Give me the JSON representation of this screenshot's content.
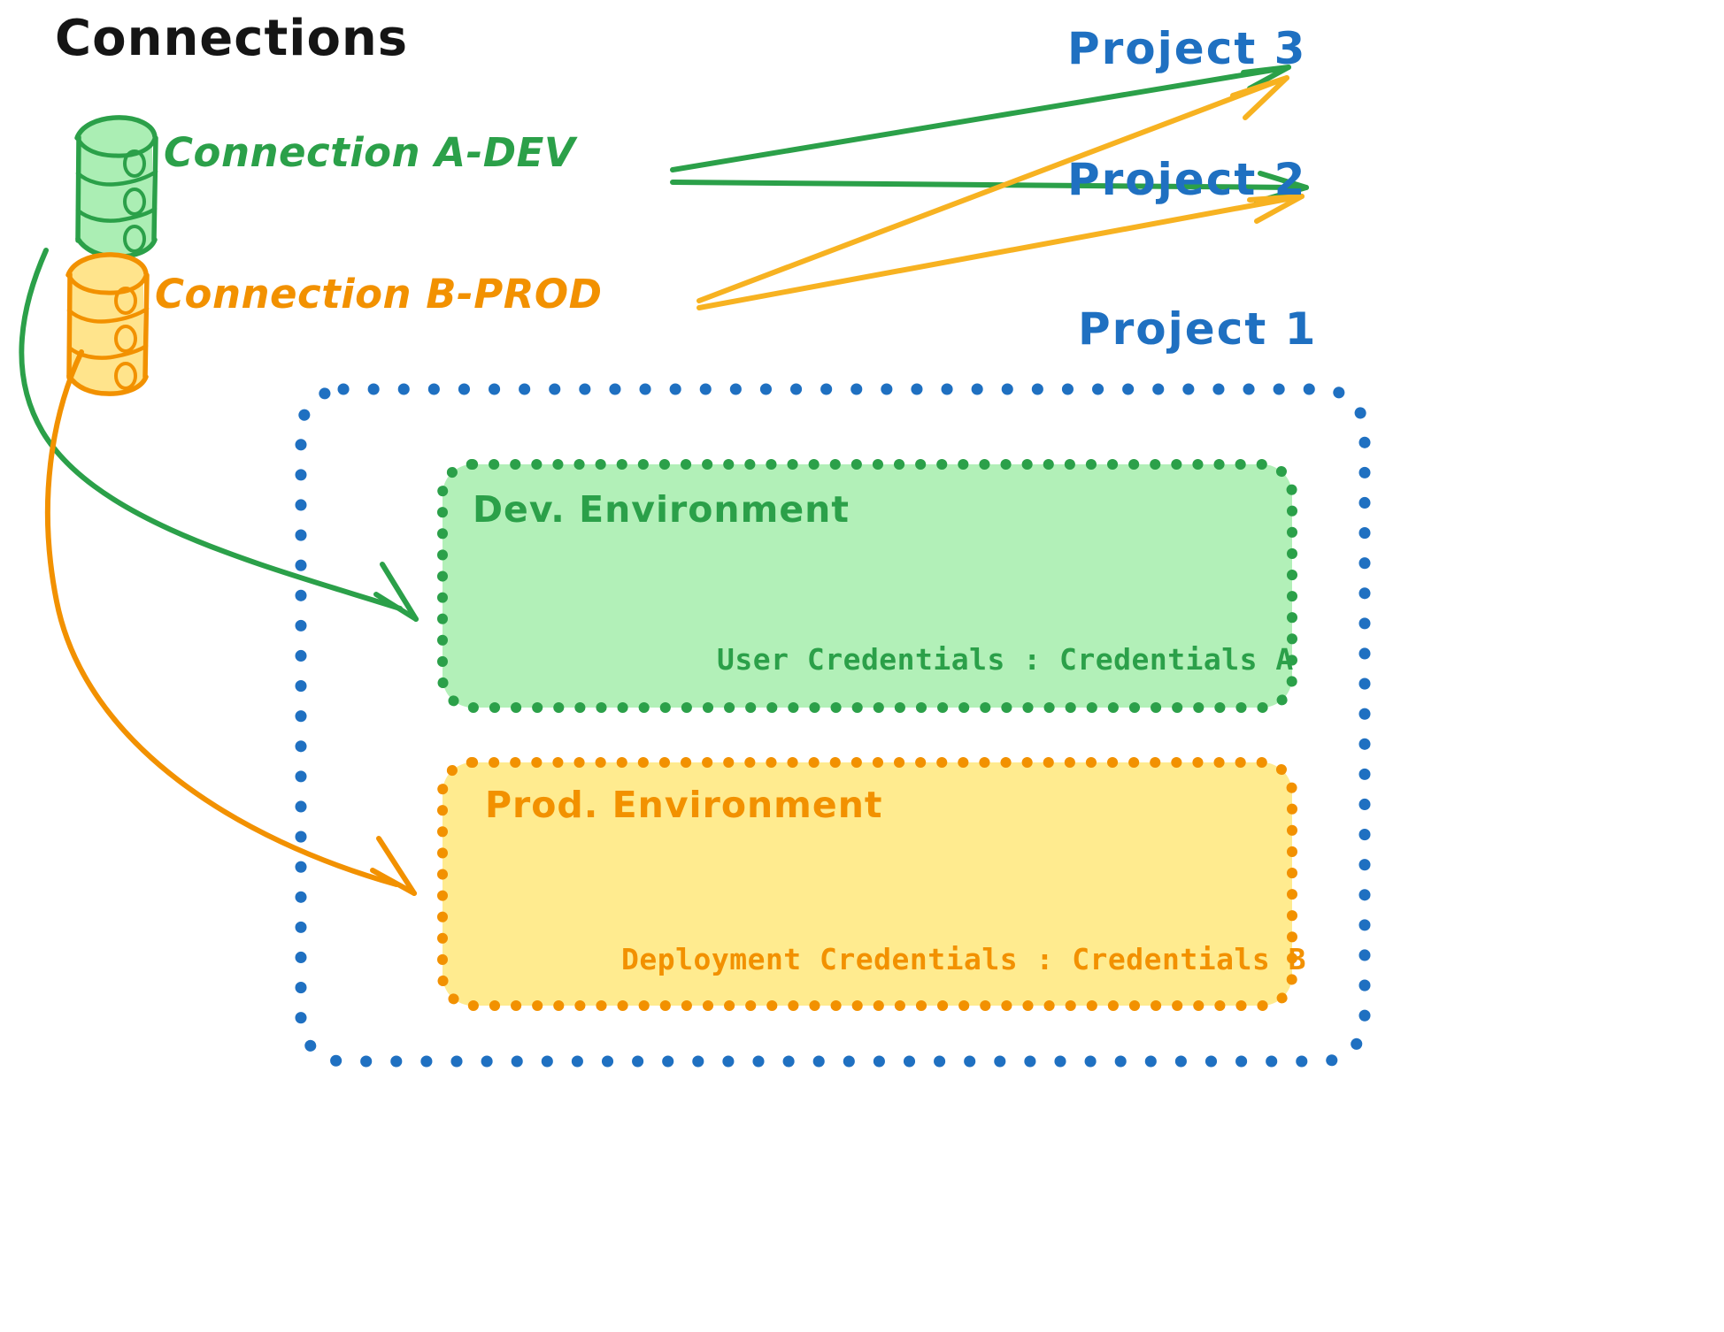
{
  "title": "Connections",
  "connections": [
    {
      "id": "conn-a",
      "label": "Connection A-DEV",
      "color": "#2ba049",
      "fill": "#abeeb4",
      "icon": "database-cylinder-icon"
    },
    {
      "id": "conn-b",
      "label": "Connection B-PROD",
      "color": "#f29100",
      "fill": "#ffe48c",
      "icon": "database-cylinder-icon"
    }
  ],
  "projects": [
    {
      "id": "project-3",
      "label": "Project 3",
      "color": "#1f70c1"
    },
    {
      "id": "project-2",
      "label": "Project 2",
      "color": "#1f70c1"
    },
    {
      "id": "project-1",
      "label": "Project 1",
      "color": "#1f70c1"
    }
  ],
  "project_container": {
    "label": "Project 1",
    "border_color": "#1f70c1",
    "border_style": "dotted"
  },
  "environments": [
    {
      "id": "dev",
      "title": "Dev. Environment",
      "credential_label": "User Credentials",
      "credential_separator": ":",
      "credential_value": "Credentials A",
      "credential_text": "User Credentials : Credentials A",
      "color": "#2ba049",
      "fill": "#b2f0b8",
      "border_color": "#2ba049"
    },
    {
      "id": "prod",
      "title": "Prod. Environment",
      "credential_label": "Deployment Credentials",
      "credential_separator": ":",
      "credential_value": "Credentials B",
      "credential_text": "Deployment Credentials : Credentials B",
      "color": "#f29100",
      "fill": "#ffeb8f",
      "border_color": "#f29100"
    }
  ],
  "edges": [
    {
      "id": "edge-a-to-project3",
      "from": "conn-a",
      "to": "project-3",
      "color": "#2ba049"
    },
    {
      "id": "edge-a-to-project2",
      "from": "conn-a",
      "to": "project-2",
      "color": "#2ba049"
    },
    {
      "id": "edge-b-to-project3",
      "from": "conn-b",
      "to": "project-3",
      "color": "#f7b221"
    },
    {
      "id": "edge-b-to-project2",
      "from": "conn-b",
      "to": "project-2",
      "color": "#f7b221"
    },
    {
      "id": "edge-a-to-dev-env",
      "from": "conn-a",
      "to": "dev",
      "color": "#2ba049"
    },
    {
      "id": "edge-b-to-prod-env",
      "from": "conn-b",
      "to": "prod",
      "color": "#f29100"
    }
  ],
  "colors": {
    "green": "#2ba049",
    "green_fill": "#b2f0b8",
    "orange": "#f29100",
    "orange_arrow": "#f7b221",
    "yellow_fill": "#ffeb8f",
    "blue": "#1f70c1",
    "black": "#151515",
    "background": "#ffffff"
  }
}
